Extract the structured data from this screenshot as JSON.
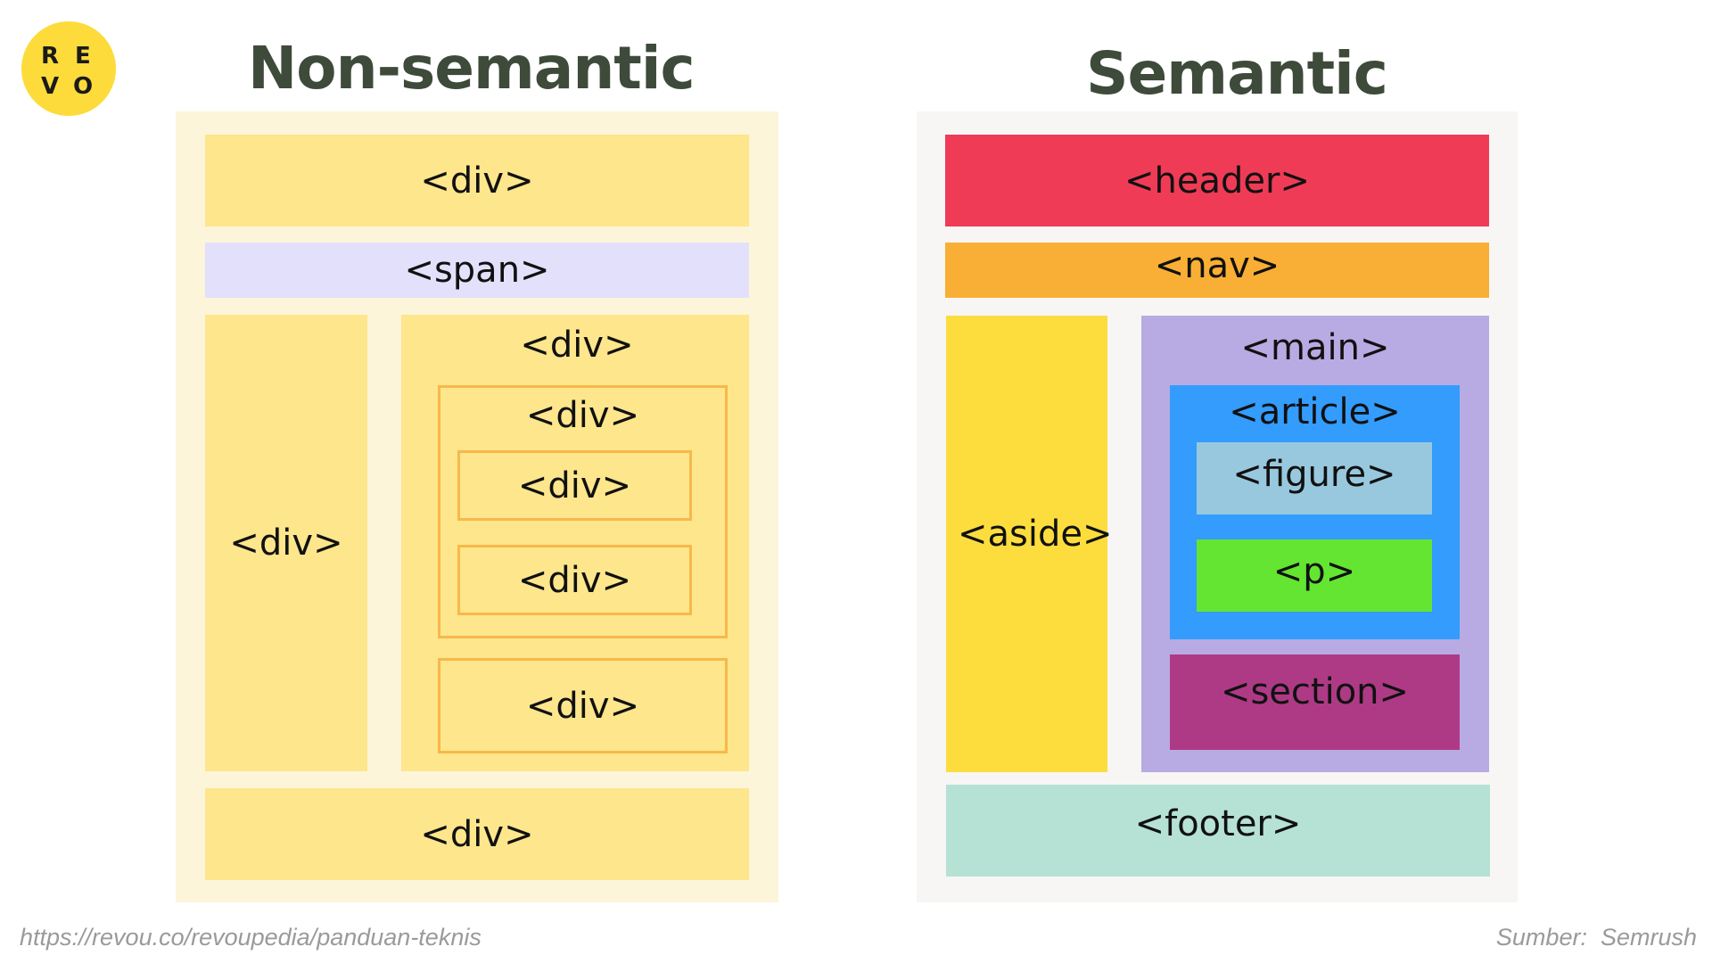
{
  "logo": {
    "letters": [
      "R",
      "E",
      "V",
      "O"
    ],
    "color": "#fddb3a"
  },
  "non_semantic": {
    "title": "Non-semantic",
    "top_div": "<div>",
    "span": "<span>",
    "left_div": "<div>",
    "right_div": "<div>",
    "inner_div": "<div>",
    "inner_div_1": "<div>",
    "inner_div_2": "<div>",
    "lower_div": "<div>",
    "bottom_div": "<div>"
  },
  "semantic": {
    "title": "Semantic",
    "header": "<header>",
    "nav": "<nav>",
    "aside": "<aside>",
    "main": "<main>",
    "article": "<article>",
    "figure": "<figure>",
    "p": "<p>",
    "section": "<section>",
    "footer": "<footer>"
  },
  "colors": {
    "panel_bg_left": "#fdf5d9",
    "div_fill": "#fde68c",
    "div_border": "#f7b84a",
    "span_fill": "#e3e0fc",
    "panel_bg_right": "#f7f6f4",
    "header": "#ef3b56",
    "nav": "#f9af35",
    "aside": "#fddd3e",
    "main": "#b8abe3",
    "article": "#339cfd",
    "figure": "#98c8de",
    "p": "#63e532",
    "section": "#ae3a86",
    "footer": "#b5e2d5"
  },
  "source_url": "https://revou.co/revoupedia/panduan-teknis",
  "credit": "Sumber:  Semrush"
}
